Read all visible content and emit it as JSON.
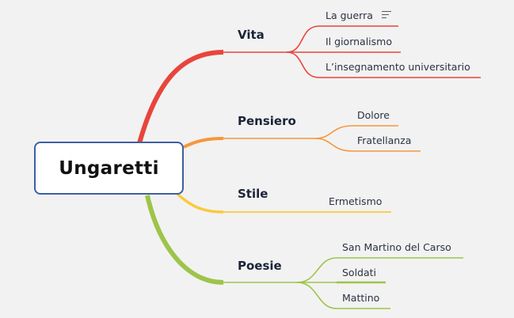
{
  "root": {
    "label": "Ungaretti",
    "border_color": "#3e5fa3"
  },
  "branches": [
    {
      "label": "Vita",
      "color": "#e8453c",
      "children": [
        {
          "label": "La guerra",
          "has_note": true
        },
        {
          "label": "Il giornalismo"
        },
        {
          "label": "L’insegnamento universitario"
        }
      ]
    },
    {
      "label": "Pensiero",
      "color": "#f7963a",
      "children": [
        {
          "label": "Dolore"
        },
        {
          "label": "Fratellanza"
        }
      ]
    },
    {
      "label": "Stile",
      "color": "#fbc93e",
      "children": [
        {
          "label": "Ermetismo"
        }
      ]
    },
    {
      "label": "Poesie",
      "color": "#9dc44a",
      "children": [
        {
          "label": "San Martino del Carso"
        },
        {
          "label": "Soldati"
        },
        {
          "label": "Mattino"
        }
      ]
    }
  ],
  "icons": {
    "note": "notes-lines-icon"
  }
}
